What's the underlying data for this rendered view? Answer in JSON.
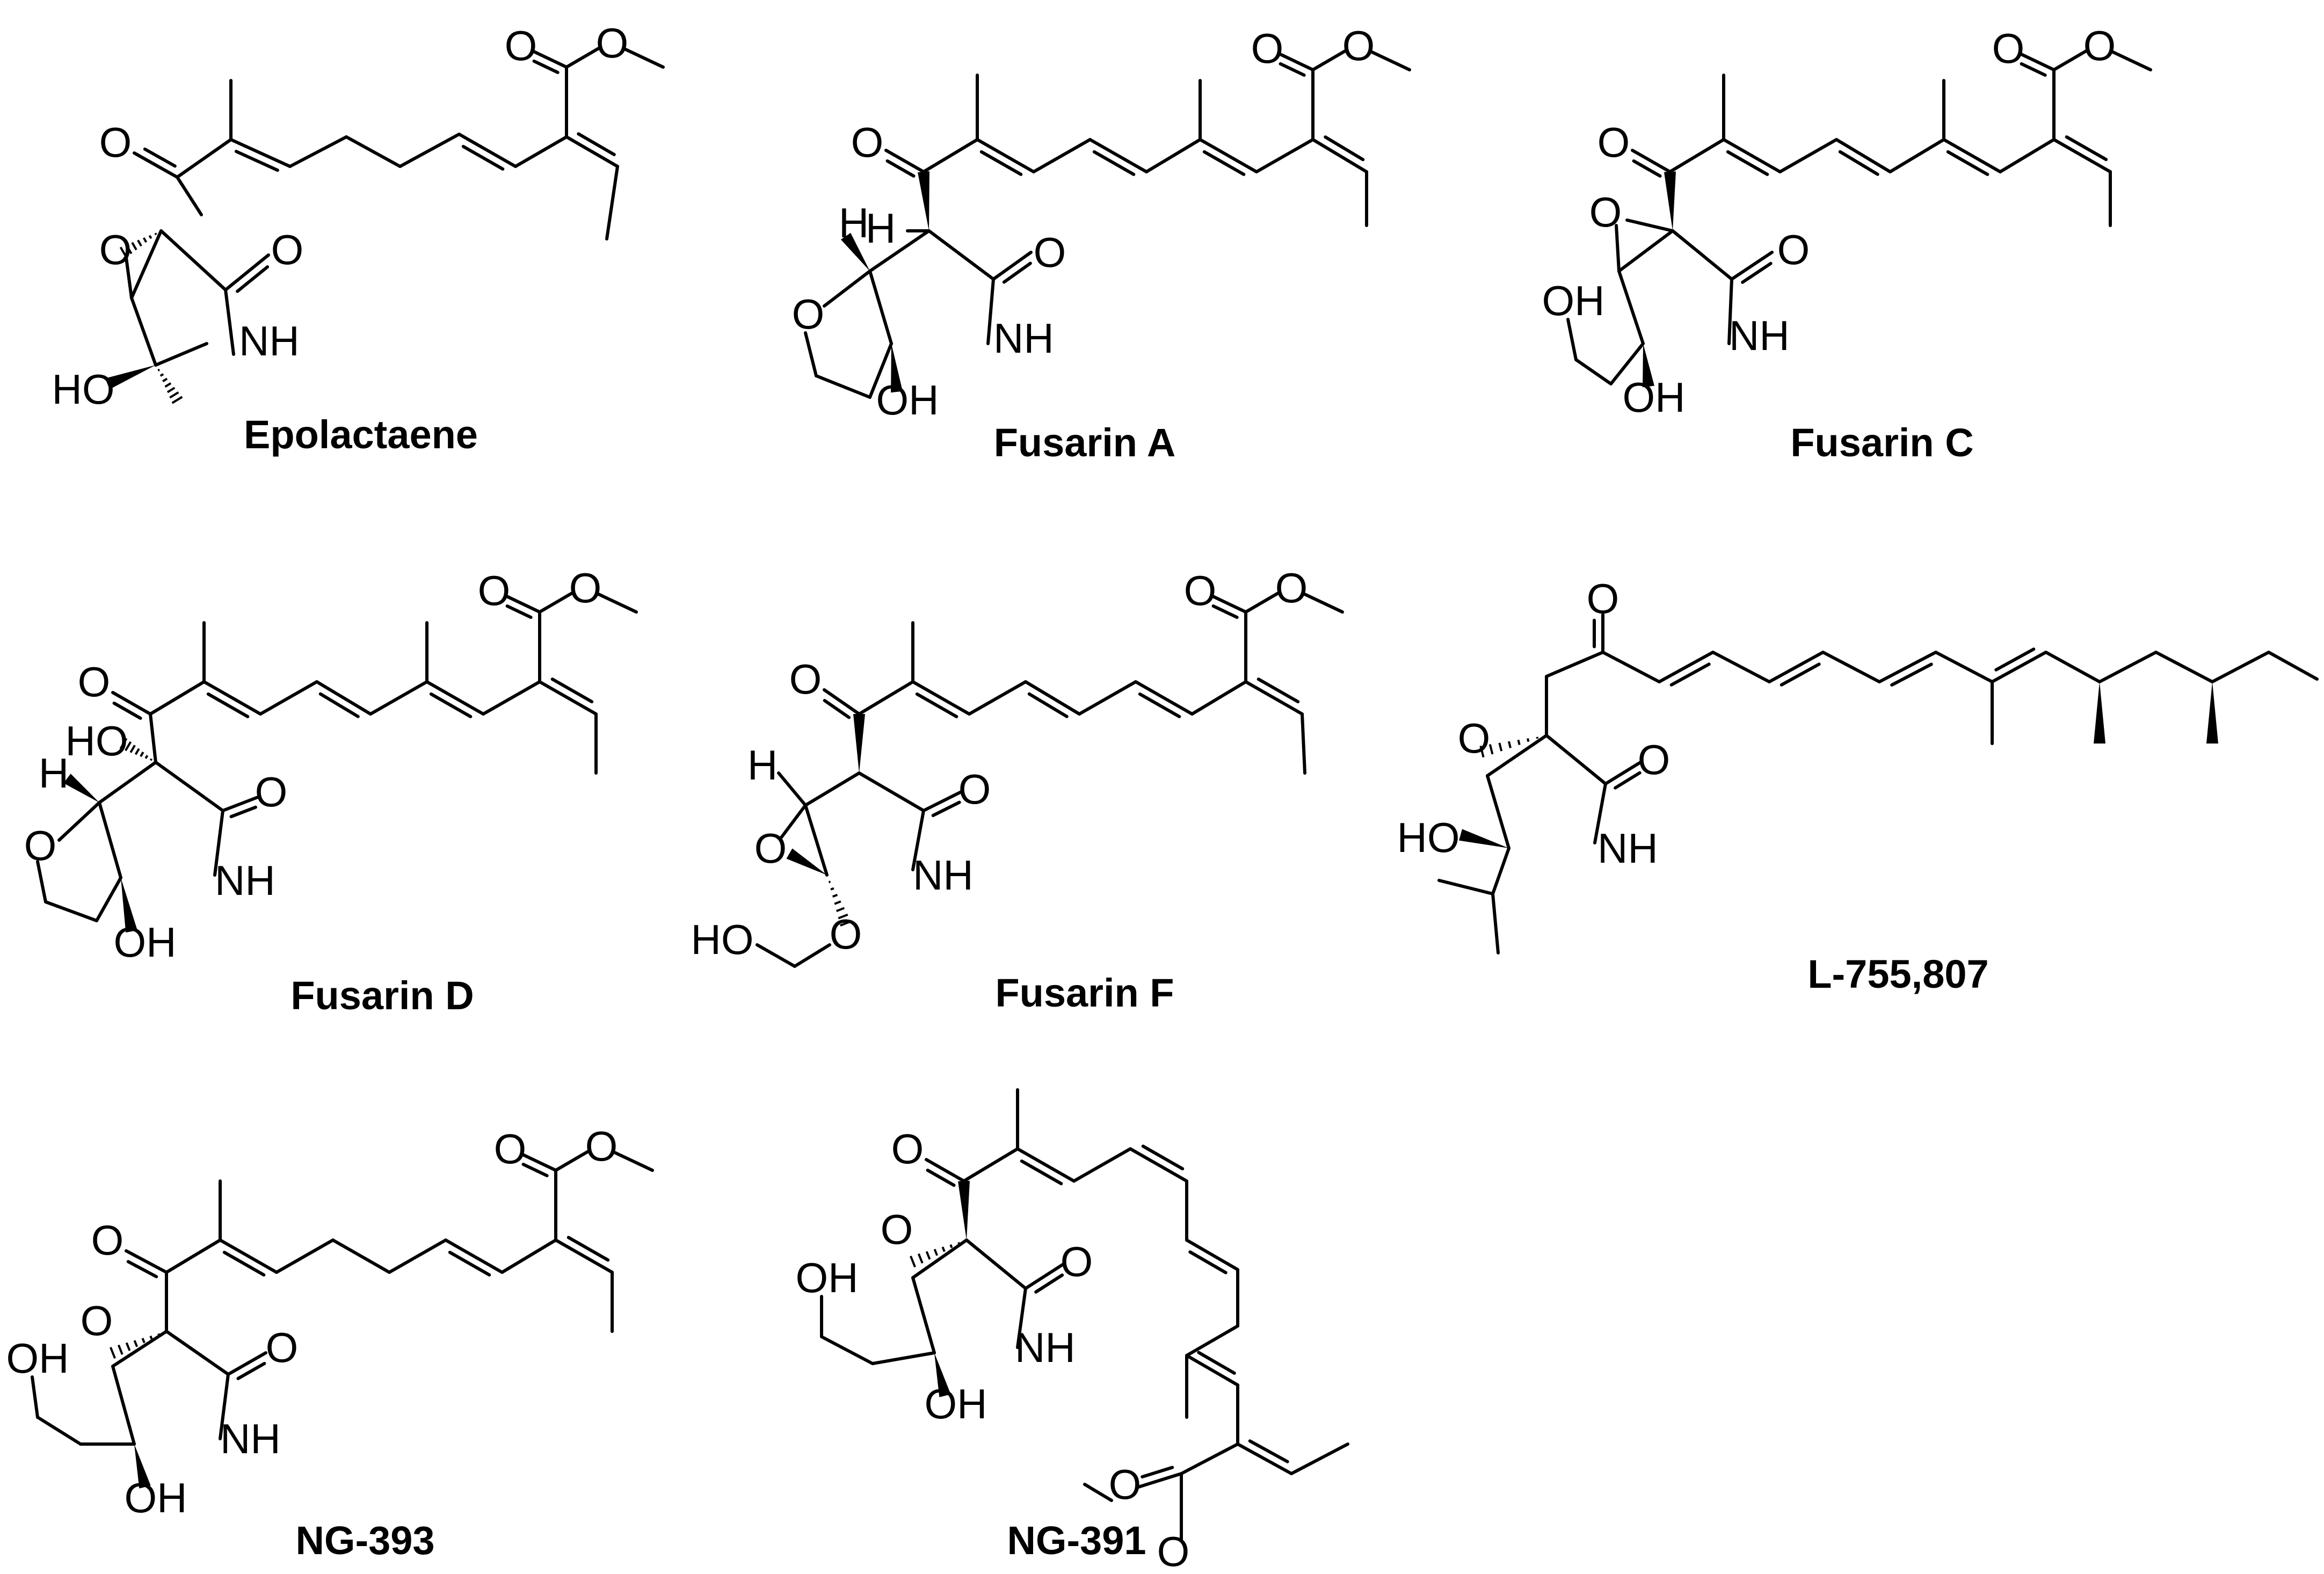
{
  "compounds": [
    {
      "id": "epolactaene",
      "name": "Epolactaene"
    },
    {
      "id": "fusarin-a",
      "name": "Fusarin A"
    },
    {
      "id": "fusarin-c",
      "name": "Fusarin C"
    },
    {
      "id": "fusarin-d",
      "name": "Fusarin D"
    },
    {
      "id": "fusarin-f",
      "name": "Fusarin F"
    },
    {
      "id": "l-755807",
      "name": "L-755,807"
    },
    {
      "id": "ng-393",
      "name": "NG-393"
    },
    {
      "id": "ng-391",
      "name": "NG-391"
    }
  ],
  "atom_labels": {
    "O": "O",
    "OH": "OH",
    "HO": "HO",
    "NH": "NH",
    "H": "H"
  }
}
